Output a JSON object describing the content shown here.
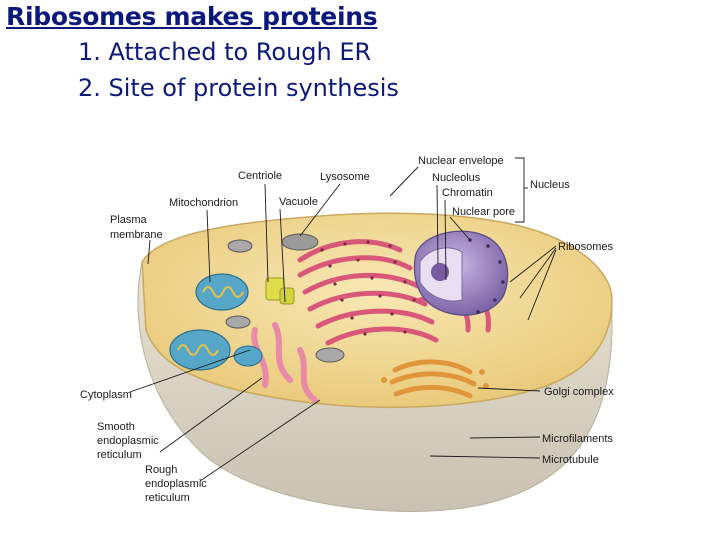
{
  "slide": {
    "title": "Ribosomes makes proteins",
    "points": [
      "1. Attached to Rough ER",
      "2. Site of protein synthesis"
    ]
  },
  "diagram": {
    "labels": {
      "centriole": "Centriole",
      "lysosome": "Lysosome",
      "nuclear_envelope": "Nuclear envelope",
      "nucleolus": "Nucleolus",
      "chromatin": "Chromatin",
      "nucleus": "Nucleus",
      "nuclear_pore": "Nuclear pore",
      "mitochondrion": "Mitochondrion",
      "vacuole": "Vacuole",
      "plasma_membrane_1": "Plasma",
      "plasma_membrane_2": "membrane",
      "ribosomes": "Ribosomes",
      "cytoplasm": "Cytoplasm",
      "golgi": "Golgi complex",
      "smooth_er_1": "Smooth",
      "smooth_er_2": "endoplasmic",
      "smooth_er_3": "reticulum",
      "microfilaments": "Microfilaments",
      "rough_er_1": "Rough",
      "rough_er_2": "endoplasmic",
      "rough_er_3": "reticulum",
      "microtubule": "Microtubule"
    },
    "colors": {
      "cytoplasm": "#f3dc9c",
      "cell_wall_shadow": "#d9d2c2",
      "nucleus": "#9d86c3",
      "rough_er": "#d9587a",
      "golgi": "#e0963a",
      "mitochondrion": "#56a6c8",
      "centriole": "#dede4a",
      "smooth_er": "#e88aa8"
    }
  }
}
